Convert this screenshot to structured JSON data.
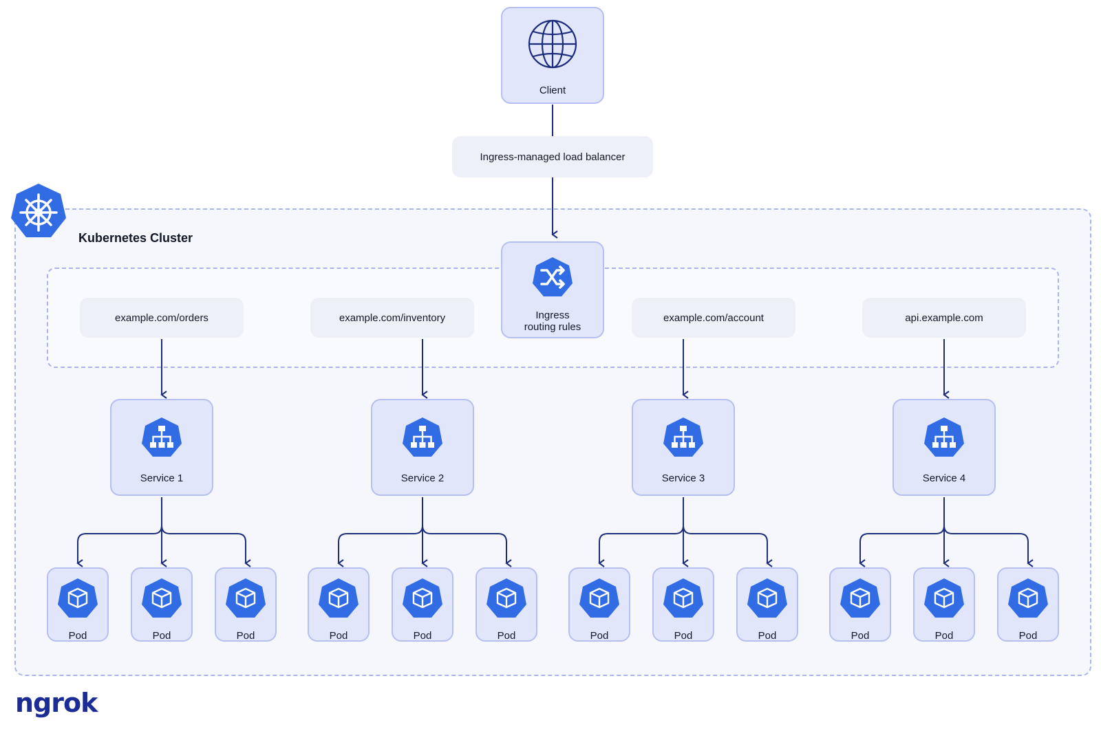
{
  "client": {
    "label": "Client",
    "icon": "globe-icon"
  },
  "load_balancer": {
    "label": "Ingress-managed load balancer"
  },
  "cluster": {
    "title": "Kubernetes Cluster",
    "logo_icon": "kubernetes-helm-icon"
  },
  "ingress": {
    "label": "Ingress\nrouting rules",
    "icon": "shuffle-icon"
  },
  "routes": [
    {
      "label": "example.com/orders"
    },
    {
      "label": "example.com/inventory"
    },
    {
      "label": "example.com/account"
    },
    {
      "label": "api.example.com"
    }
  ],
  "services": [
    {
      "label": "Service 1",
      "pods": [
        "Pod",
        "Pod",
        "Pod"
      ]
    },
    {
      "label": "Service 2",
      "pods": [
        "Pod",
        "Pod",
        "Pod"
      ]
    },
    {
      "label": "Service 3",
      "pods": [
        "Pod",
        "Pod",
        "Pod"
      ]
    },
    {
      "label": "Service 4",
      "pods": [
        "Pod",
        "Pod",
        "Pod"
      ]
    }
  ],
  "brand": {
    "name": "ngrok"
  },
  "colors": {
    "line": "#1b2c7a",
    "icon_blue": "#326ce5",
    "card_fill": "#e2e6fb",
    "card_border": "#b5bff0",
    "dashed": "#a9b4ec"
  }
}
